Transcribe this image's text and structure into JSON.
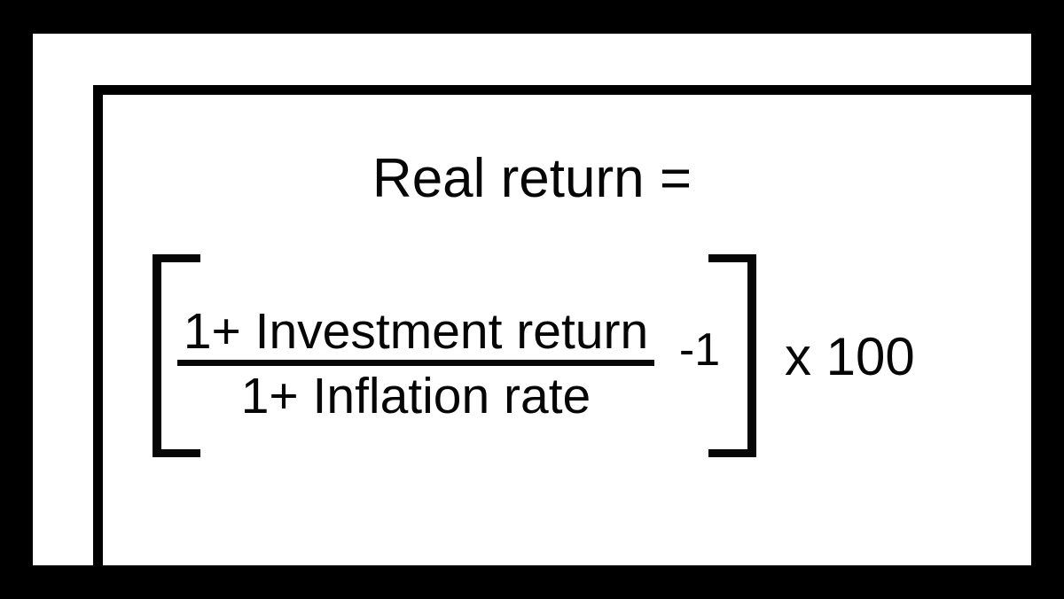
{
  "slide": {
    "title": "Real return =",
    "formula": {
      "numerator": "1+ Investment return",
      "denominator": "1+ Inflation rate",
      "subtract": "-1",
      "multiplier": "x 100"
    },
    "colors": {
      "frame": "#000000",
      "panel": "#ffffff",
      "ink": "#060606"
    }
  }
}
